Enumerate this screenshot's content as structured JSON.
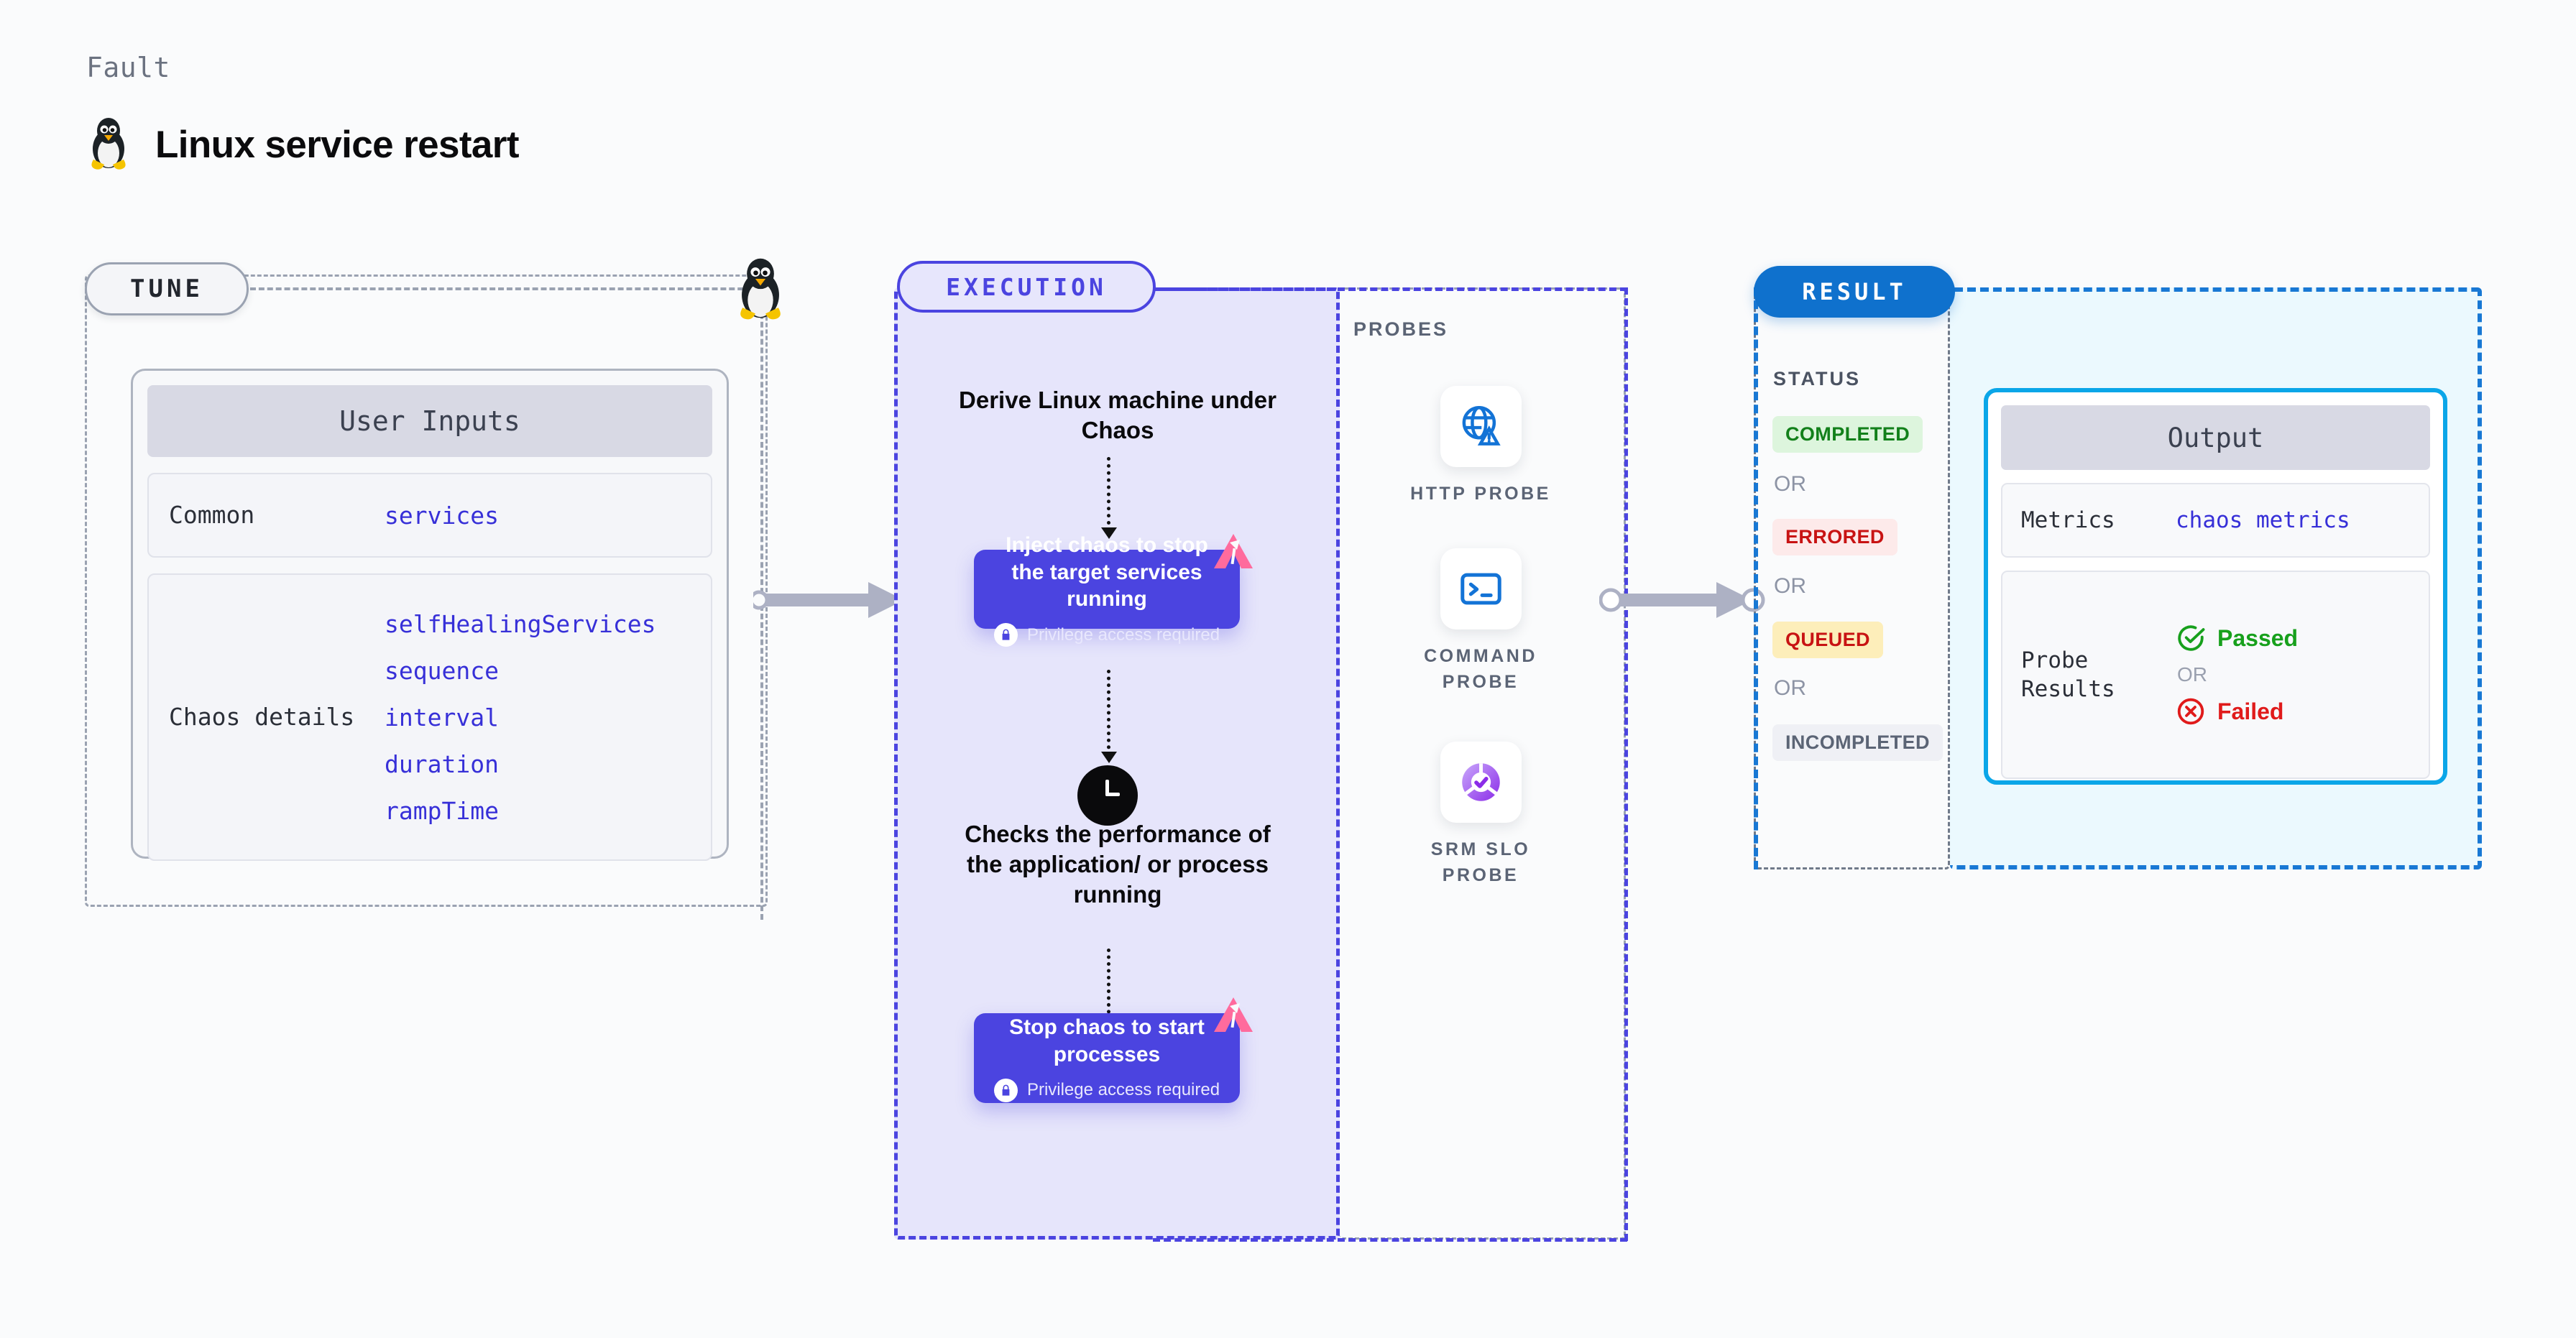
{
  "header": {
    "eyebrow": "Fault",
    "title": "Linux service restart",
    "icon": "linux-penguin-icon"
  },
  "tune": {
    "pill_label": "TUNE",
    "node_icon": "linux-penguin-icon",
    "user_inputs": {
      "heading": "User Inputs",
      "sections": [
        {
          "label": "Common",
          "values": [
            "services"
          ]
        },
        {
          "label": "Chaos details",
          "values": [
            "selfHealingServices",
            "sequence",
            "interval",
            "duration",
            "rampTime"
          ]
        }
      ]
    }
  },
  "execution": {
    "pill_label": "EXECUTION",
    "steps": {
      "derive": "Derive Linux machine under Chaos",
      "inject_title": "Inject chaos to stop the target services running",
      "inject_sub": "Privilege access required",
      "checks": "Checks the performance of the application/ or process running",
      "stop_title": "Stop chaos to start processes",
      "stop_sub": "Privilege access required"
    },
    "clock_icon": "clock-icon",
    "lock_icon": "lock-icon",
    "harness_icon": "harness-logo-icon"
  },
  "probes": {
    "title": "PROBES",
    "items": [
      {
        "label": "HTTP PROBE",
        "icon": "globe-alert-icon"
      },
      {
        "label": "COMMAND PROBE",
        "icon": "terminal-icon"
      },
      {
        "label": "SRM SLO PROBE",
        "icon": "srm-slo-icon"
      }
    ]
  },
  "result": {
    "pill_label": "RESULT",
    "status_heading": "STATUS",
    "or_label": "OR",
    "statuses": [
      {
        "label": "COMPLETED",
        "bg": "#ddf5dd",
        "fg": "#12801a"
      },
      {
        "label": "ERRORED",
        "bg": "#fdeaea",
        "fg": "#c81313"
      },
      {
        "label": "QUEUED",
        "bg": "#fdeeba",
        "fg": "#c81313"
      },
      {
        "label": "INCOMPLETED",
        "bg": "#eff0f5",
        "fg": "#5b6475"
      }
    ],
    "output": {
      "heading": "Output",
      "metrics_label": "Metrics",
      "metrics_value": "chaos metrics",
      "probe_results_label": "Probe Results",
      "passed_label": "Passed",
      "failed_label": "Failed",
      "or_label": "OR",
      "passed_icon": "check-circle-icon",
      "failed_icon": "x-circle-icon"
    }
  },
  "colors": {
    "accent_purple": "#4b44e0",
    "accent_blue": "#0f71cd",
    "output_border": "#0aa6e8",
    "harness_pink": "#ff6b9d",
    "grey_dash": "#9aa2b1"
  }
}
